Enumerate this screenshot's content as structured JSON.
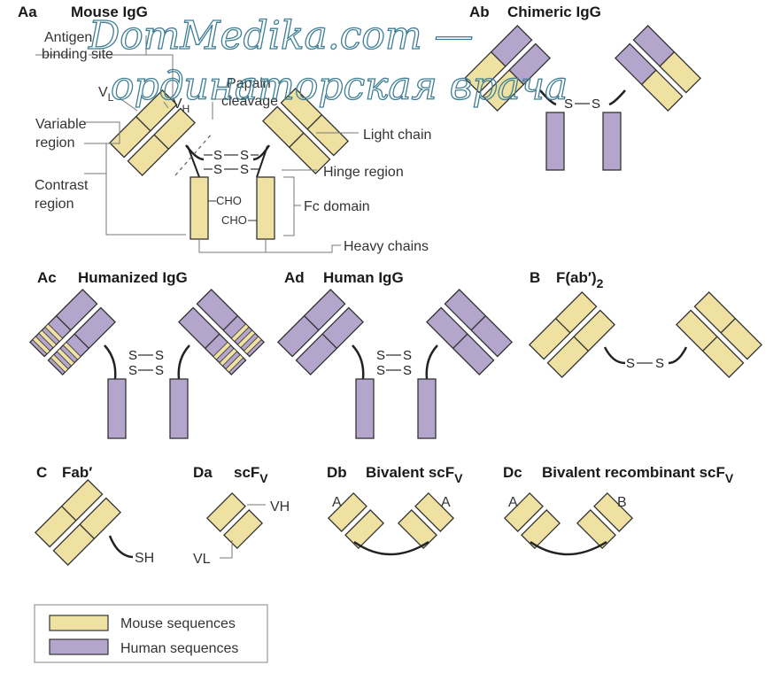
{
  "colors": {
    "mouse": "#efe1a2",
    "human": "#b3a5cc",
    "outline": "#333333"
  },
  "watermark": {
    "line1": "DomMedika.com —",
    "line2": "ординаторская врача"
  },
  "panels": {
    "aa": {
      "letter": "Aa",
      "title": "Mouse IgG"
    },
    "ab": {
      "letter": "Ab",
      "title": "Chimeric IgG"
    },
    "ac": {
      "letter": "Ac",
      "title": "Humanized IgG"
    },
    "ad": {
      "letter": "Ad",
      "title": "Human IgG"
    },
    "b": {
      "letter": "B",
      "title": "F(ab′)",
      "title_sub": "2"
    },
    "c": {
      "letter": "C",
      "title": "Fab′"
    },
    "da": {
      "letter": "Da",
      "title": "scF",
      "title_sub": "V"
    },
    "db": {
      "letter": "Db",
      "title": "Bivalent scF",
      "title_sub": "V"
    },
    "dc": {
      "letter": "Dc",
      "title": "Bivalent recombinant scF",
      "title_sub": "V"
    }
  },
  "labels": {
    "antigen_binding_1": "Antigen",
    "antigen_binding_2": "binding site",
    "vl": "V",
    "vl_sub": "L",
    "vh": "V",
    "vh_sub": "H",
    "papain_1": "Papain",
    "papain_2": "cleavage",
    "variable_1": "Variable",
    "variable_2": "region",
    "contrast_1": "Contrast",
    "contrast_2": "region",
    "light_chain": "Light chain",
    "hinge_region": "Hinge region",
    "fc_domain": "Fc domain",
    "heavy_chains": "Heavy chains",
    "cho": "CHO",
    "s": "S",
    "sh": "SH",
    "scfv_vh": "VH",
    "scfv_vl": "VL",
    "a": "A",
    "b": "B"
  },
  "legend": {
    "items": [
      {
        "label": "Mouse sequences",
        "color": "#efe1a2"
      },
      {
        "label": "Human sequences",
        "color": "#b3a5cc"
      }
    ]
  }
}
